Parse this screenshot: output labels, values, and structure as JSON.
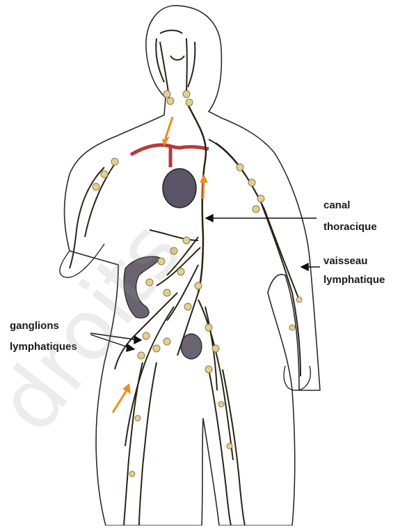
{
  "labels": {
    "canal_line1": "canal",
    "canal_line2": "thoracique",
    "vessel_line1": "vaisseau",
    "vessel_line2": "lymphatique",
    "ganglia_line1": "ganglions",
    "ganglia_line2": "lymphatiques"
  },
  "watermark": "droits",
  "colors": {
    "outline": "#2a2a2a",
    "vessel": "#2b2414",
    "node": "#e3cf95",
    "heart": "#5b5466",
    "vein": "#b53b3b",
    "flow_arrow": "#f08c1e",
    "organ": "#6a6470"
  }
}
